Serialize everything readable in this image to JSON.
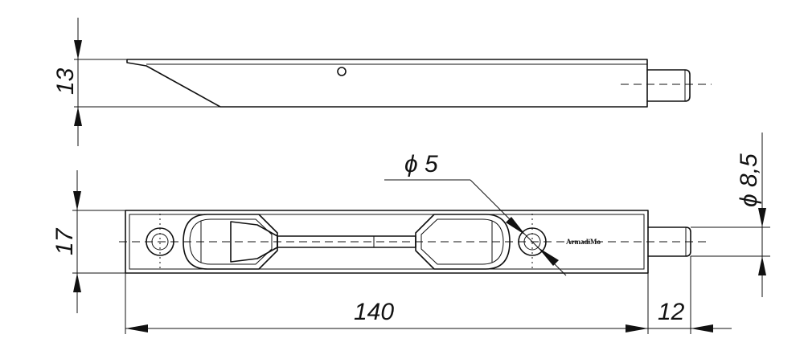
{
  "dimensions": {
    "top_height": "13",
    "front_height": "17",
    "length": "140",
    "pin_length": "12",
    "hole_diameter": "ϕ 5",
    "pin_diameter": "ϕ 8,5"
  },
  "brand": "ArmadiMo"
}
